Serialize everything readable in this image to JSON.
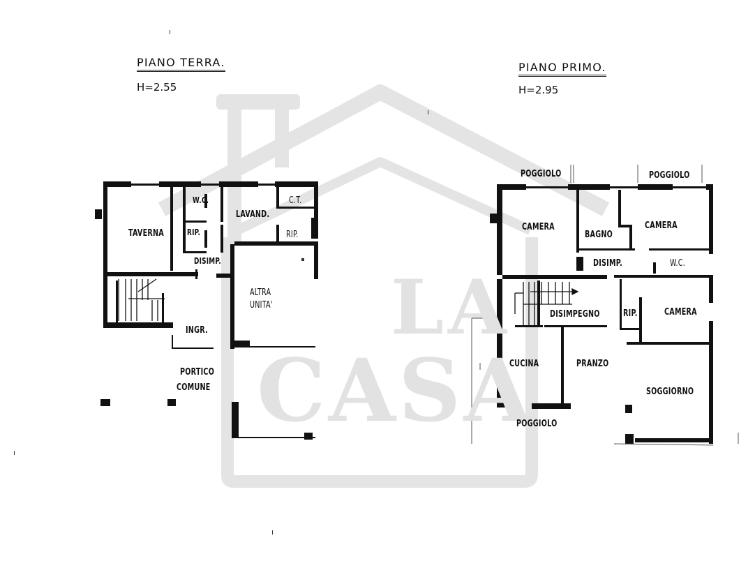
{
  "watermark": {
    "line1": "LA",
    "line2": "CASA",
    "color": "#e3e3e3"
  },
  "ground_floor": {
    "title": "PIANO TERRA.",
    "height": "H=2.55",
    "rooms": {
      "taverna": "TAVERNA",
      "wc": "W.C.",
      "rip1": "RIP.",
      "lavand": "LAVAND.",
      "ct": "C.T.",
      "rip2": "RIP.",
      "disimp": "DISIMP.",
      "altra_unita": "ALTRA",
      "altra_unita2": "UNITA'",
      "ingr": "INGR.",
      "portico": "PORTICO",
      "comune": "COMUNE"
    }
  },
  "first_floor": {
    "title": "PIANO PRIMO.",
    "height": "H=2.95",
    "rooms": {
      "poggiolo1": "POGGIOLO",
      "poggiolo2": "POGGIOLO",
      "camera1": "CAMERA",
      "bagno": "BAGNO",
      "camera2": "CAMERA",
      "disimp": "DISIMP.",
      "wc": "W.C.",
      "disimpegno": "DISIMPEGNO",
      "rip": "RIP.",
      "camera3": "CAMERA",
      "cucina": "CUCINA",
      "pranzo": "PRANZO",
      "soggiorno": "SOGGIORNO",
      "poggiolo3": "POGGIOLO"
    }
  }
}
